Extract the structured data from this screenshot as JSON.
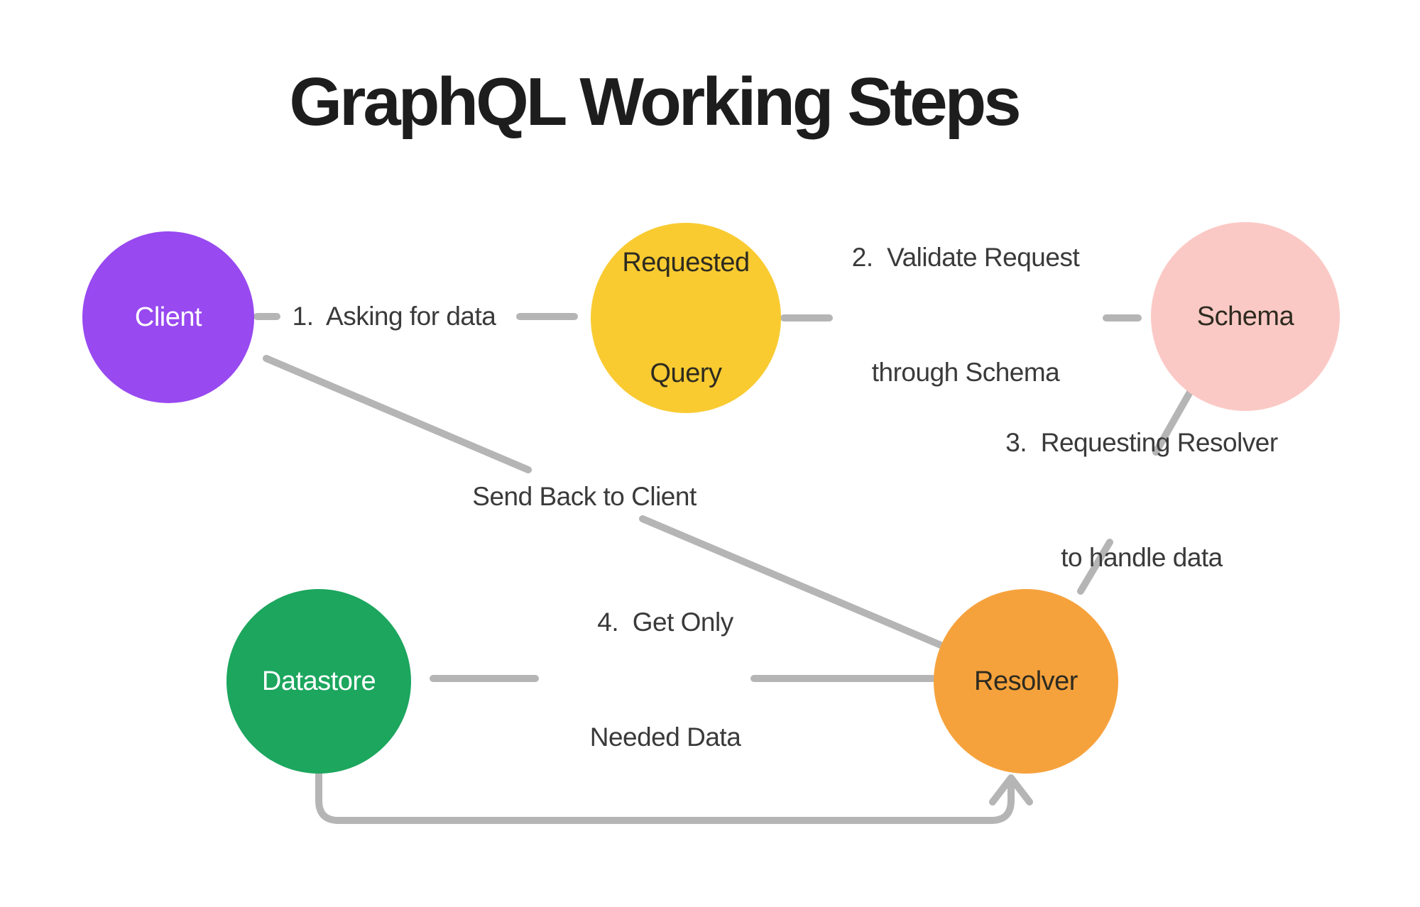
{
  "title": "GraphQL Working Steps",
  "colors": {
    "client": "#9849F0",
    "requested_query": "#F9CB31",
    "schema": "#FBC9C5",
    "resolver": "#F6A23C",
    "datastore": "#1CA65E",
    "arrow": "#B5B5B5",
    "label_text": "#3A3A3A",
    "node_text_dark": "#2E2B20",
    "node_text_light": "#FFFFFF",
    "title_text": "#1D1D1D",
    "background": "#FFFFFF"
  },
  "nodes": {
    "client": {
      "label": "Client"
    },
    "requested_query": {
      "lines": [
        "Requested",
        "Query"
      ]
    },
    "schema": {
      "label": "Schema"
    },
    "resolver": {
      "label": "Resolver"
    },
    "datastore": {
      "label": "Datastore"
    }
  },
  "edges": {
    "step1": {
      "lines": [
        "1.  Asking for data"
      ]
    },
    "step2": {
      "lines": [
        "2.  Validate Request",
        "through Schema"
      ]
    },
    "step3": {
      "lines": [
        "3.  Requesting Resolver",
        "to handle data"
      ]
    },
    "step4": {
      "lines": [
        "4.  Get Only",
        "Needed Data"
      ]
    },
    "send_back": {
      "lines": [
        "Send Back to Client"
      ]
    }
  }
}
